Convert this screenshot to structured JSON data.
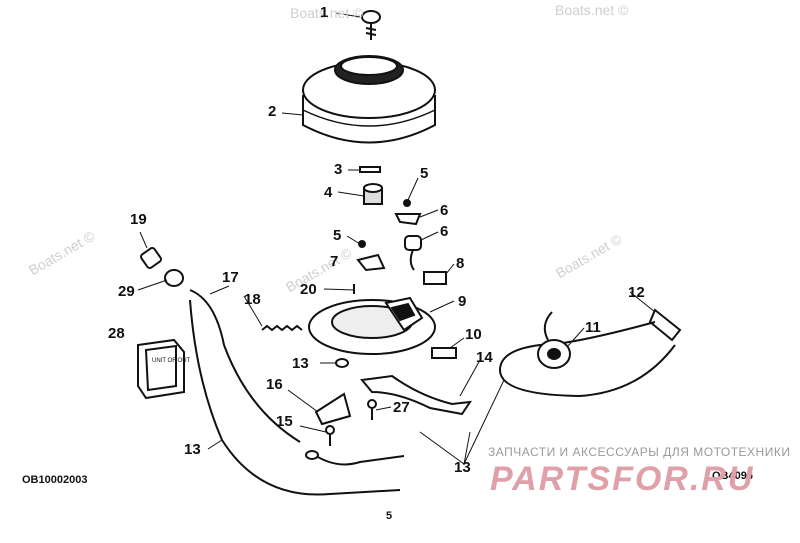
{
  "callouts": [
    "1",
    "2",
    "3",
    "4",
    "5",
    "6",
    "6",
    "5",
    "7",
    "8",
    "20",
    "9",
    "19",
    "29",
    "17",
    "18",
    "28",
    "13",
    "12",
    "11",
    "10",
    "14",
    "16",
    "15",
    "27",
    "13",
    "13"
  ],
  "codes": {
    "left": "OB10002003",
    "right": "OB4096"
  },
  "page_number": "5",
  "watermarks": [
    "Boats.net ©",
    "Boats.net ©",
    "Boats.net ©",
    "Boats.net ©",
    "Boats.net ©"
  ],
  "shop": {
    "tagline": "ЗАПЧАСТИ И АКСЕССУАРЫ ДЛЯ МОТОТЕХНИКИ",
    "brand": "PARTSFOR.RU"
  },
  "module_text": "UNIT OF OUT"
}
